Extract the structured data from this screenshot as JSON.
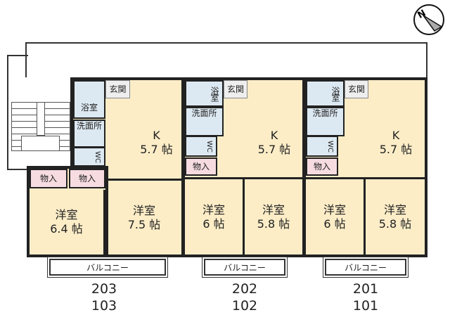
{
  "compass": {
    "label": "N",
    "icon": "north-arrow-icon"
  },
  "units": [
    {
      "upper": "203",
      "lower": "103",
      "kitchen": {
        "label": "K",
        "size": "5.7 帖"
      },
      "rooms": [
        {
          "label": "洋室",
          "size": "6.4 帖"
        },
        {
          "label": "洋室",
          "size": "7.5 帖"
        }
      ],
      "entrance": "玄関",
      "bath": "浴室",
      "washroom": "洗面所",
      "wc": "WC",
      "storage": [
        "物入",
        "物入"
      ],
      "balcony": "バルコニー"
    },
    {
      "upper": "202",
      "lower": "102",
      "kitchen": {
        "label": "K",
        "size": "5.7 帖"
      },
      "rooms": [
        {
          "label": "洋室",
          "size": "6 帖"
        },
        {
          "label": "洋室",
          "size": "5.8 帖"
        }
      ],
      "entrance": "玄関",
      "bath": "浴室",
      "washroom": "洗面所",
      "wc": "WC",
      "storage": [
        "物入"
      ],
      "balcony": "バルコニー"
    },
    {
      "upper": "201",
      "lower": "101",
      "kitchen": {
        "label": "K",
        "size": "5.7 帖"
      },
      "rooms": [
        {
          "label": "洋室",
          "size": "6 帖"
        },
        {
          "label": "洋室",
          "size": "5.8 帖"
        }
      ],
      "entrance": "玄関",
      "bath": "浴室",
      "washroom": "洗面所",
      "wc": "WC",
      "storage": [
        "物入"
      ],
      "balcony": "バルコニー"
    }
  ],
  "colors": {
    "floor": "#fcedc7",
    "wet": "#dde9f2",
    "storage": "#f6dce1"
  }
}
